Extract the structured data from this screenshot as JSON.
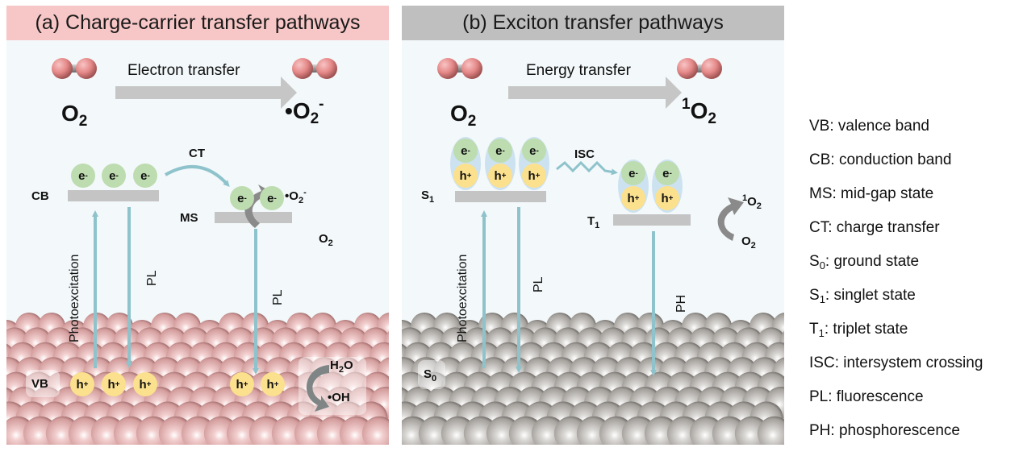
{
  "panels": {
    "a": {
      "title": "(a) Charge-carrier transfer pathways",
      "header_color": "#f7c6c6",
      "reactant": {
        "base": "O",
        "sub": "2"
      },
      "product": {
        "prefix": "•",
        "base": "O",
        "sub": "2",
        "sup": "-"
      },
      "arrow_label": "Electron transfer",
      "cb_label": "CB",
      "ms_label": "MS",
      "vb_label": "VB",
      "ct_label": "CT",
      "photoexcitation_label": "Photoexcitation",
      "pl_label_1": "PL",
      "pl_label_2": "PL",
      "cb_electrons": [
        "e",
        "e",
        "e"
      ],
      "ms_electrons": [
        "e",
        "e"
      ],
      "vb_holes": [
        "h",
        "h",
        "h"
      ],
      "ms_holes": [
        "h",
        "h"
      ],
      "charge_electron": "-",
      "charge_hole": "+",
      "ms_reaction": {
        "from": {
          "base": "O",
          "sub": "2"
        },
        "to": {
          "prefix": "•",
          "base": "O",
          "sub": "2",
          "sup": "-"
        }
      },
      "vb_reaction": {
        "from": {
          "base": "H",
          "sub": "2",
          "tail": "O"
        },
        "to": "•OH"
      }
    },
    "b": {
      "title": "(b) Exciton transfer pathways",
      "header_color": "#bfbfbf",
      "reactant": {
        "base": "O",
        "sub": "2"
      },
      "product": {
        "sup": "1",
        "base": "O",
        "sub": "2"
      },
      "arrow_label": "Energy transfer",
      "s1_label": {
        "base": "S",
        "sub": "1"
      },
      "t1_label": {
        "base": "T",
        "sub": "1"
      },
      "s0_label": {
        "base": "S",
        "sub": "0"
      },
      "isc_label": "ISC",
      "photoexcitation_label": "Photoexcitation",
      "pl_label": "PL",
      "ph_label": "PH",
      "s1_excitons": 3,
      "t1_excitons": 2,
      "t1_reaction": {
        "from": {
          "base": "O",
          "sub": "2"
        },
        "to": {
          "sup": "1",
          "base": "O",
          "sub": "2"
        }
      }
    }
  },
  "colors": {
    "electron": "#bddcaf",
    "hole": "#fbe08e",
    "transition_arrow": "#8ec3cc",
    "energy_level": "#c4c4c4",
    "oxygen_atom": "#e98f8f",
    "surface_a": "#e0aeae",
    "surface_b": "#b0aca8"
  },
  "legend": [
    {
      "abbr": "VB",
      "sub": "",
      "text": ": valence band"
    },
    {
      "abbr": "CB",
      "sub": "",
      "text": ": conduction band"
    },
    {
      "abbr": "MS",
      "sub": "",
      "text": ": mid-gap state"
    },
    {
      "abbr": "CT",
      "sub": "",
      "text": ": charge transfer"
    },
    {
      "abbr": "S",
      "sub": "0",
      "text": ": ground state"
    },
    {
      "abbr": "S",
      "sub": "1",
      "text": ": singlet state"
    },
    {
      "abbr": "T",
      "sub": "1",
      "text": ": triplet state"
    },
    {
      "abbr": "ISC",
      "sub": "",
      "text": ": intersystem crossing"
    },
    {
      "abbr": "PL",
      "sub": "",
      "text": ": fluorescence"
    },
    {
      "abbr": "PH",
      "sub": "",
      "text": ": phosphorescence"
    }
  ]
}
